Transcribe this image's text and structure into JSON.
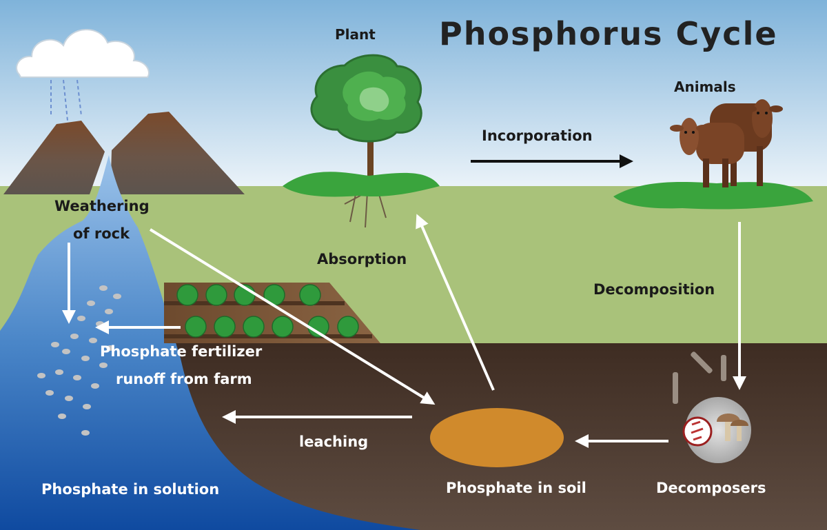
{
  "title": "Phosphorus Cycle",
  "labels": {
    "plant": "Plant",
    "animals": "Animals",
    "incorporation": "Incorporation",
    "weathering_line1": "Weathering",
    "weathering_line2": "of rock",
    "absorption": "Absorption",
    "decomposition": "Decomposition",
    "fertilizer_line1": "Phosphate fertilizer",
    "fertilizer_line2": "runoff from farm",
    "leaching": "leaching",
    "phosphate_in_solution": "Phosphate in solution",
    "phosphate_in_soil": "Phosphate in soil",
    "decomposers": "Decomposers"
  },
  "colors": {
    "sky_top": "#7fb3da",
    "sky_bottom": "#f2f7fb",
    "grass": "#a9c27a",
    "soil": "#4b3a30",
    "water_top": "#8db8e3",
    "water_bottom": "#0f4aa0",
    "mountain": "#5c544e",
    "mountain_brown": "#7a4f33",
    "phosphate_pool": "#d08a2c",
    "tree_foliage": "#3d9a45",
    "cow": "#6b3a1f",
    "arrow_white": "#ffffff",
    "arrow_black": "#111111"
  }
}
